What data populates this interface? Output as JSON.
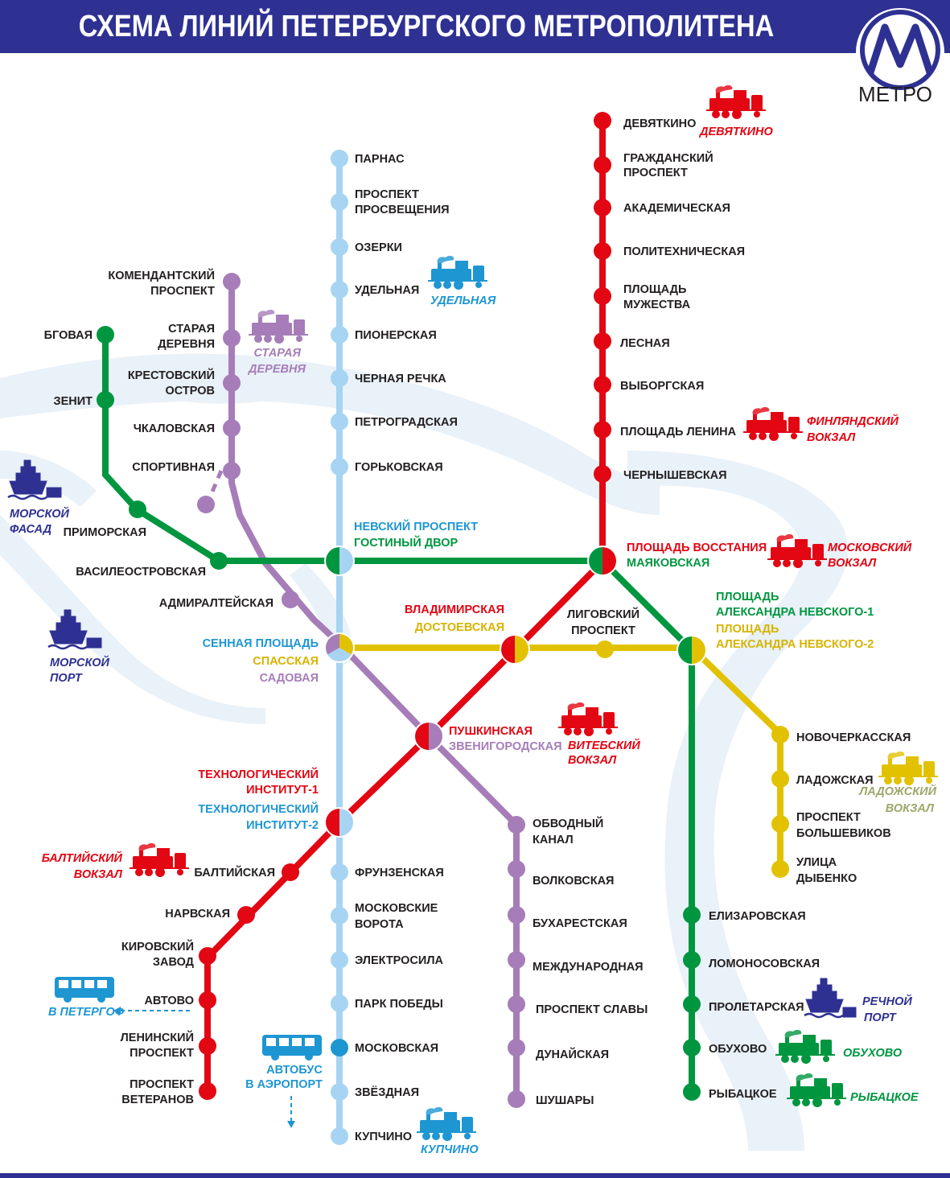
{
  "title": "СХЕМА ЛИНИЙ ПЕТЕРБУРГСКОГО МЕТРОПОЛИТЕНА",
  "logo": {
    "text": "МЕТРО",
    "letter": "М",
    "color": "#2e3192"
  },
  "colors": {
    "line1": "#e30613",
    "line2": "#a6d4f2",
    "line2_text": "#1e96d2",
    "line3": "#009640",
    "line4": "#e2c200",
    "line4_text": "#d7b400",
    "line5": "#a67db8",
    "water": "#e9f1f9",
    "navy": "#2e3192",
    "bus": "#1e96d2",
    "ladoga_text": "#9ea76a"
  },
  "stations": {
    "l1": [
      "ДЕВЯТКИНО",
      "ГРАЖДАНСКИЙ",
      "ПРОСПЕКТ",
      "АКАДЕМИЧЕСКАЯ",
      "ПОЛИТЕХНИЧЕСКАЯ",
      "ПЛОЩАДЬ",
      "МУЖЕСТВА",
      "ЛЕСНАЯ",
      "ВЫБОРГСКАЯ",
      "ПЛОЩАДЬ ЛЕНИНА",
      "ЧЕРНЫШЕВСКАЯ",
      "ПЛОЩАДЬ ВОССТАНИЯ",
      "ВЛАДИМИРСКАЯ",
      "ПУШКИНСКАЯ",
      "ТЕХНОЛОГИЧЕСКИЙ",
      "ИНСТИТУТ-1",
      "БАЛТИЙСКАЯ",
      "НАРВСКАЯ",
      "КИРОВСКИЙ",
      "ЗАВОД",
      "АВТОВО",
      "ЛЕНИНСКИЙ",
      "ПРОСПЕКТ",
      "ПРОСПЕКТ",
      "ВЕТЕРАНОВ"
    ],
    "l2": [
      "ПАРНАС",
      "ПРОСПЕКТ",
      "ПРОСВЕЩЕНИЯ",
      "ОЗЕРКИ",
      "УДЕЛЬНАЯ",
      "ПИОНЕРСКАЯ",
      "ЧЕРНАЯ РЕЧКА",
      "ПЕТРОГРАДСКАЯ",
      "ГОРЬКОВСКАЯ",
      "НЕВСКИЙ ПРОСПЕКТ",
      "СЕННАЯ ПЛОЩАДЬ",
      "ТЕХНОЛОГИЧЕСКИЙ",
      "ИНСТИТУТ-2",
      "ФРУНЗЕНСКАЯ",
      "МОСКОВСКИЕ",
      "ВОРОТА",
      "ЭЛЕКТРОСИЛА",
      "ПАРК ПОБЕДЫ",
      "МОСКОВСКАЯ",
      "ЗВЁЗДНАЯ",
      "КУПЧИНО"
    ],
    "l3": [
      "БГОВАЯ",
      "ЗЕНИТ",
      "ПРИМОРСКАЯ",
      "ВАСИЛЕОСТРОВСКАЯ",
      "ГОСТИНЫЙ ДВОР",
      "МАЯКОВСКАЯ",
      "ПЛОЩАДЬ",
      "АЛЕКСАНДРА НЕВСКОГО-1",
      "ЕЛИЗАРОВСКАЯ",
      "ЛОМОНОСОВСКАЯ",
      "ПРОЛЕТАРСКАЯ",
      "ОБУХОВО",
      "РЫБАЦКОЕ"
    ],
    "l4": [
      "СПАССКАЯ",
      "ДОСТОЕВСКАЯ",
      "ЛИГОВСКИЙ",
      "ПРОСПЕКТ",
      "ПЛОЩАДЬ",
      "АЛЕКСАНДРА НЕВСКОГО-2",
      "НОВОЧЕРКАССКАЯ",
      "ЛАДОЖСКАЯ",
      "ПРОСПЕКТ",
      "БОЛЬШЕВИКОВ",
      "УЛИЦА",
      "ДЫБЕНКО"
    ],
    "l5": [
      "КОМЕНДАНТСКИЙ",
      "ПРОСПЕКТ",
      "СТАРАЯ",
      "ДЕРЕВНЯ",
      "КРЕСТОВСКИЙ",
      "ОСТРОВ",
      "ЧКАЛОВСКАЯ",
      "СПОРТИВНАЯ",
      "АДМИРАЛТЕЙСКАЯ",
      "САДОВАЯ",
      "ЗВЕНИГОРОДСКАЯ",
      "ОБВОДНЫЙ",
      "КАНАЛ",
      "ВОЛКОВСКАЯ",
      "БУХАРЕСТСКАЯ",
      "МЕЖДУНАРОДНАЯ",
      "ПРОСПЕКТ СЛАВЫ",
      "ДУНАЙСКАЯ",
      "ШУШАРЫ"
    ]
  },
  "railways": {
    "devyatkino": "ДЕВЯТКИНО",
    "finl": [
      "ФИНЛЯНДСКИЙ",
      "ВОКЗАЛ"
    ],
    "mosk": [
      "МОСКОВСКИЙ",
      "ВОКЗАЛ"
    ],
    "vit": [
      "ВИТЕБСКИЙ",
      "ВОКЗАЛ"
    ],
    "balt": [
      "БАЛТИЙСКИЙ",
      "ВОКЗАЛ"
    ],
    "udel": "УДЕЛЬНАЯ",
    "star": [
      "СТАРАЯ",
      "ДЕРЕВНЯ"
    ],
    "lad": [
      "ЛАДОЖСКИЙ",
      "ВОКЗАЛ"
    ],
    "obuh": "ОБУХОВО",
    "ryb": "РЫБАЦКОЕ",
    "kup": "КУПЧИНО"
  },
  "ports": {
    "fasad": [
      "МОРСКОЙ",
      "ФАСАД"
    ],
    "port": [
      "МОРСКОЙ",
      "ПОРТ"
    ],
    "river": [
      "РЕЧНОЙ",
      "ПОРТ"
    ]
  },
  "buses": {
    "peterhof": "В ПЕТЕРГОФ",
    "airport": [
      "АВТОБУС",
      "В АЭРОПОРТ"
    ]
  }
}
